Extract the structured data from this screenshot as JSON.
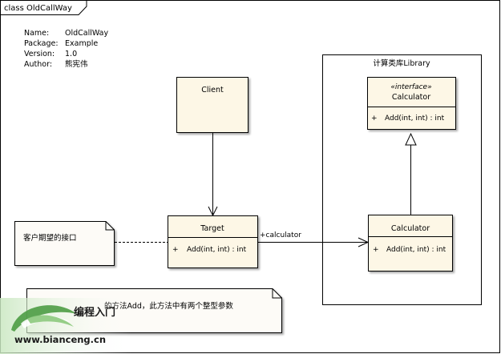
{
  "frame": {
    "title": "class OldCallWay"
  },
  "meta": {
    "rows": [
      {
        "key": "Name:",
        "value": "OldCallWay"
      },
      {
        "key": "Package:",
        "value": "Example"
      },
      {
        "key": "Version:",
        "value": "1.0"
      },
      {
        "key": "Author:",
        "value": "熊宪伟"
      }
    ]
  },
  "classes": {
    "client": {
      "name": "Client"
    },
    "target": {
      "name": "Target",
      "operation_visibility": "+",
      "operation": "Add(int, int) : int"
    },
    "library_calculator": {
      "stereotype": "«interface»",
      "name": "Calculator",
      "operation_visibility": "+",
      "operation": "Add(int, int) : int"
    },
    "calculator": {
      "name": "Calculator",
      "operation_visibility": "+",
      "operation": "Add(int, int) : int"
    }
  },
  "package": {
    "title": "计算类库Library"
  },
  "association": {
    "role": "+calculator"
  },
  "notes": {
    "client_note": {
      "text": "客户期望的接口"
    },
    "bottom_note": {
      "text": "的方法Add，此方法中有两个整型参数"
    }
  },
  "watermark": {
    "brand": "编程入门",
    "url": "www.bianceng.cn"
  },
  "colors": {
    "class_fill": "#fdf7e6",
    "class_border": "#000000",
    "note_fill": "#fdfbf7",
    "line": "#000000",
    "watermark_green": "#3f8f3a",
    "watermark_text": "#1a1a1a"
  }
}
